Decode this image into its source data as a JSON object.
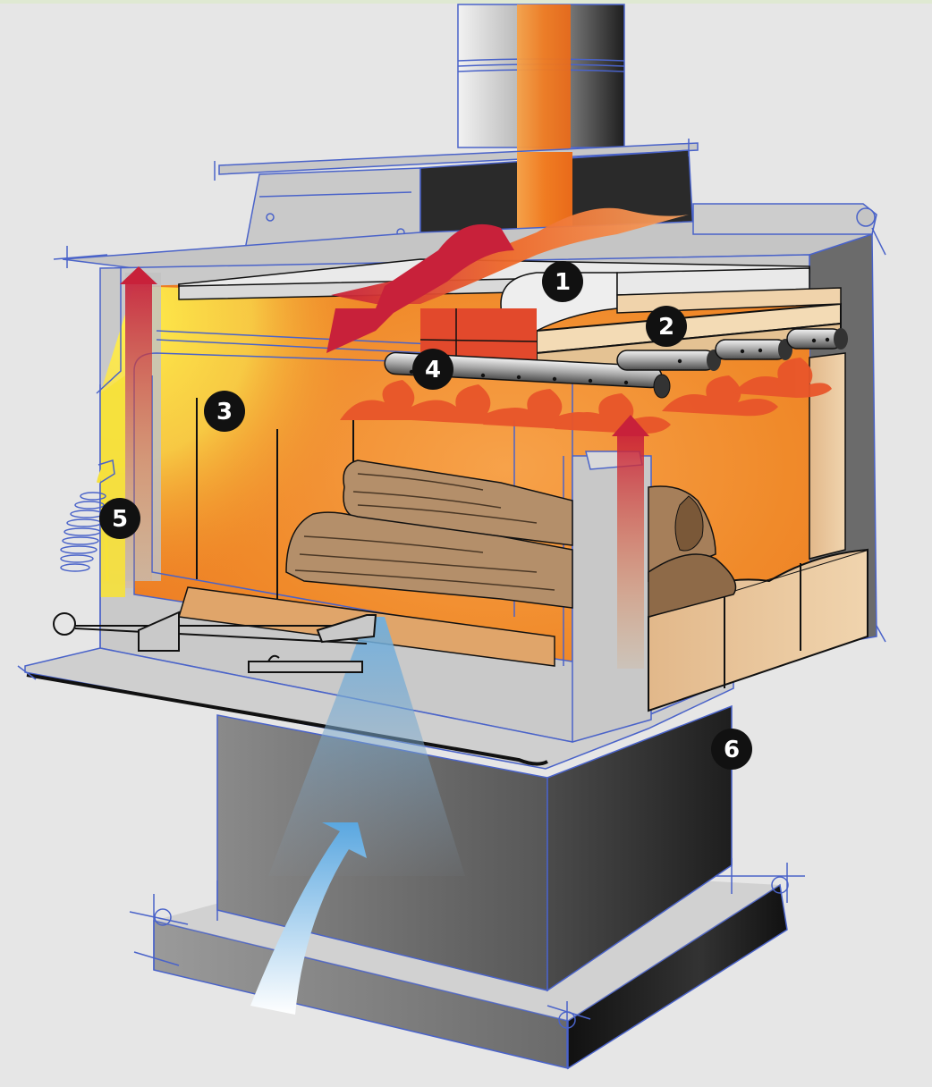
{
  "diagram": {
    "callouts": [
      {
        "id": "1",
        "label": "1"
      },
      {
        "id": "2",
        "label": "2"
      },
      {
        "id": "3",
        "label": "3"
      },
      {
        "id": "4",
        "label": "4"
      },
      {
        "id": "5",
        "label": "5"
      },
      {
        "id": "6",
        "label": "6"
      }
    ]
  },
  "colors": {
    "background": "#e6e6e6",
    "top_strip": "#dfe9d2",
    "outline": "#4a63c9",
    "steel_light": "#cfcfcf",
    "steel_dark": "#6d6d6d",
    "fire_orange": "#f08a2a",
    "hot_red": "#c8213a",
    "yellow": "#f6e13a",
    "brick": "#e6c39a",
    "wood": "#b48f6a",
    "cool_air": "#74b1e0",
    "callout_fill": "#111111"
  }
}
